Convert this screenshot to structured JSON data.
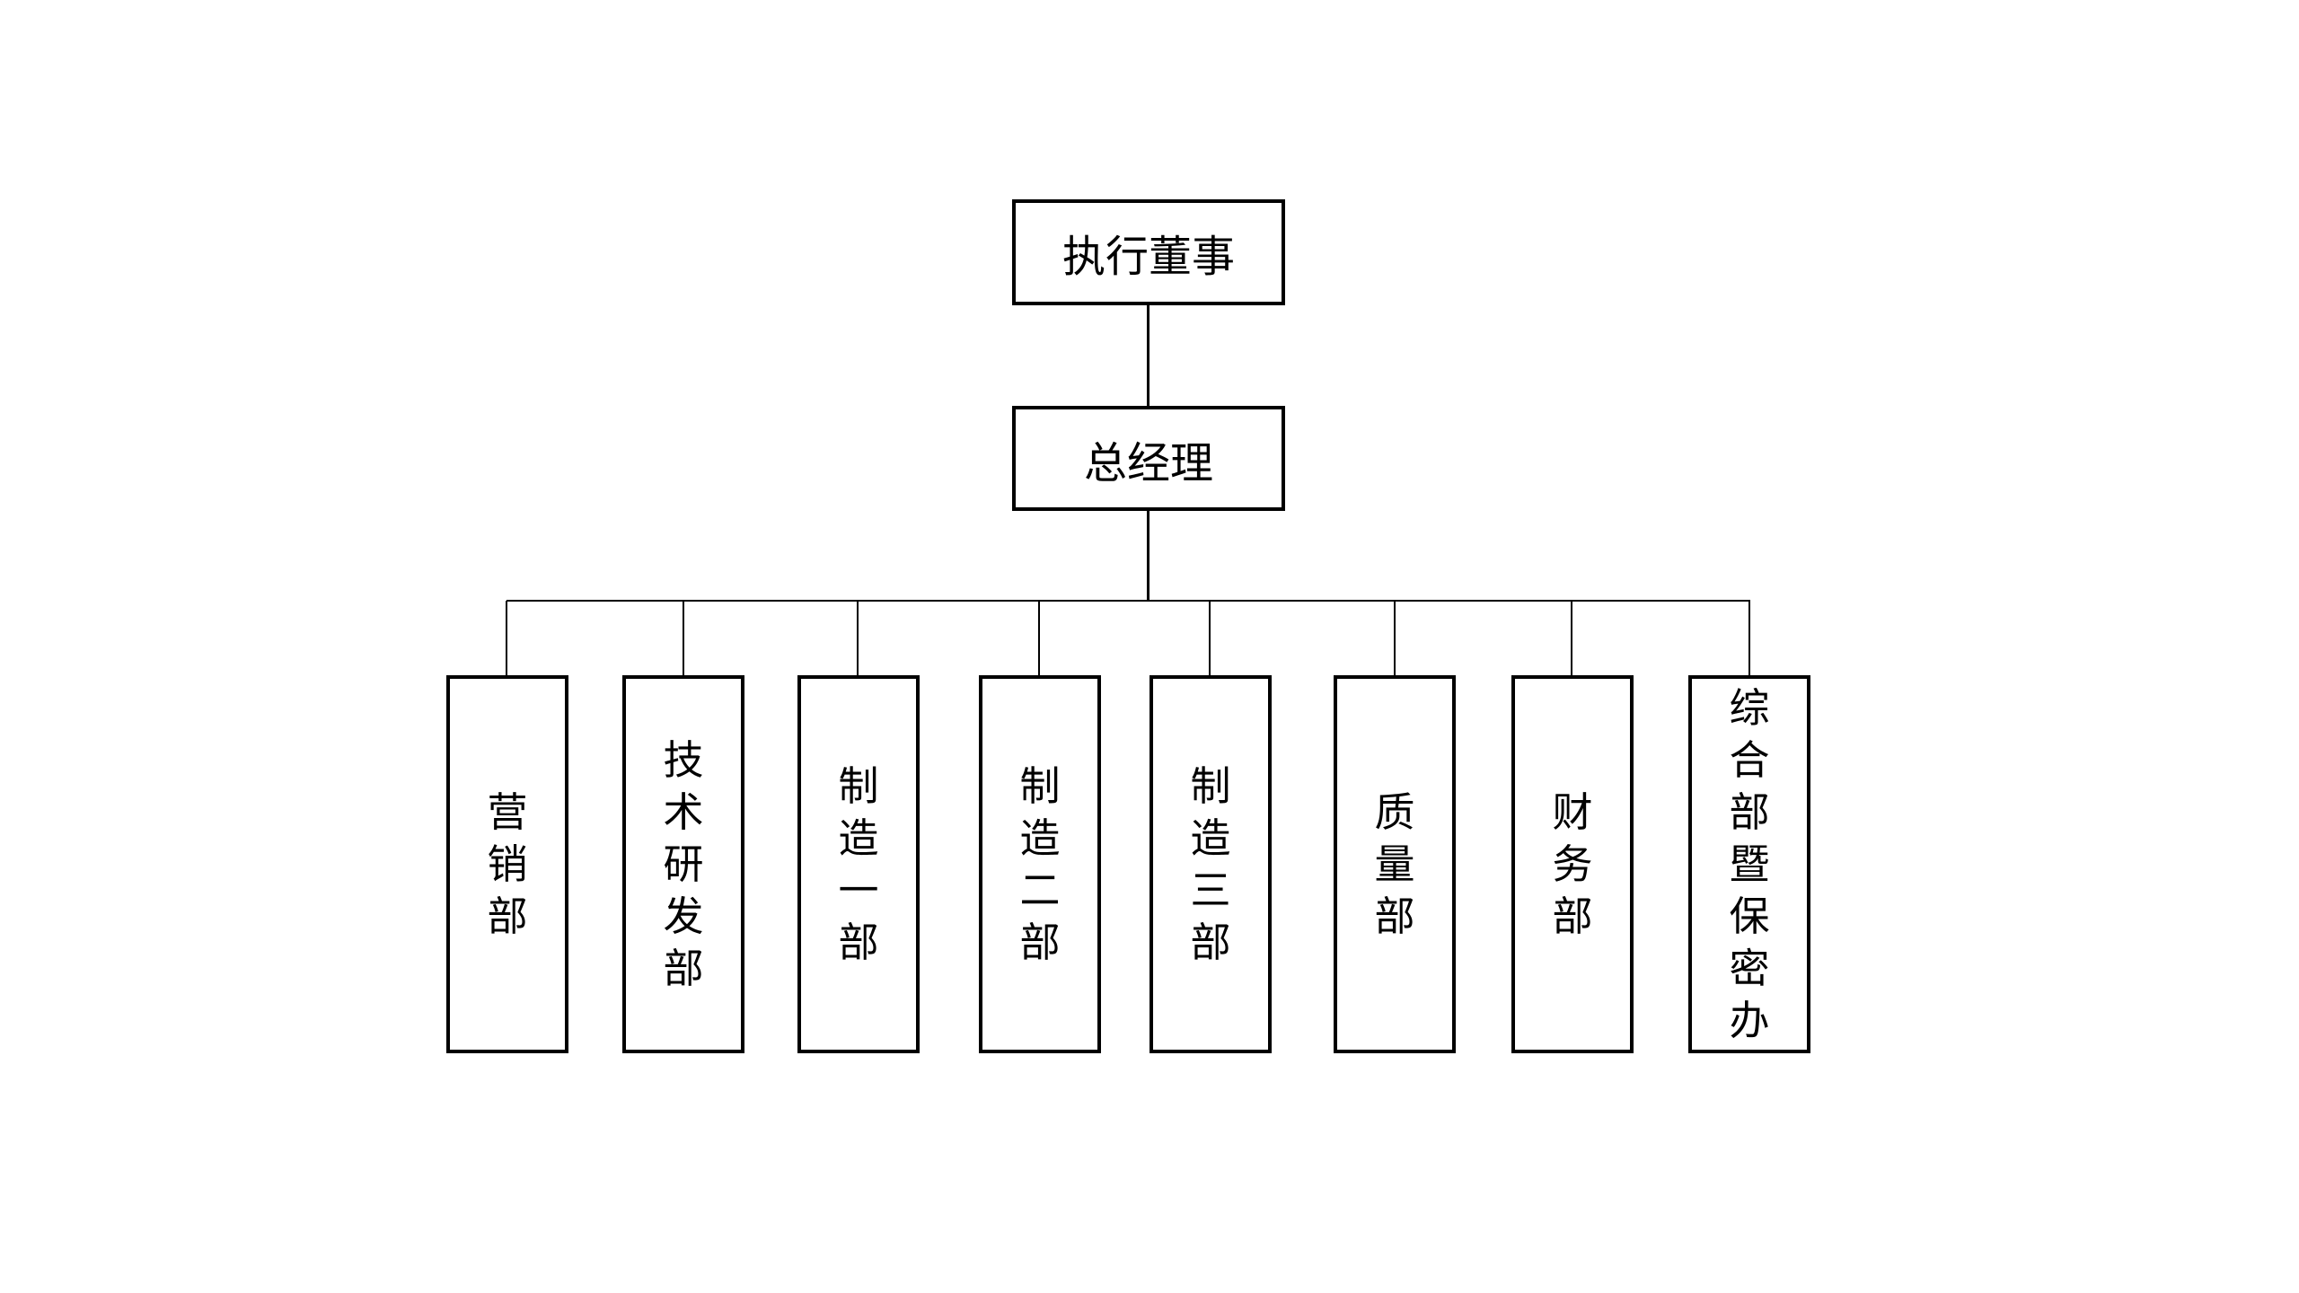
{
  "diagram": {
    "type": "org-chart",
    "root": {
      "label": "执行董事"
    },
    "manager": {
      "label": "总经理"
    },
    "departments": [
      {
        "label": "营销部"
      },
      {
        "label": "技术研发部"
      },
      {
        "label": "制造一部"
      },
      {
        "label": "制造二部"
      },
      {
        "label": "制造三部"
      },
      {
        "label": "质量部"
      },
      {
        "label": "财务部"
      },
      {
        "label": "综合部暨保密办"
      }
    ],
    "colors": {
      "background": "#ffffff",
      "box_border": "#000000",
      "connector_line": "#000000",
      "text": "#000000"
    }
  }
}
